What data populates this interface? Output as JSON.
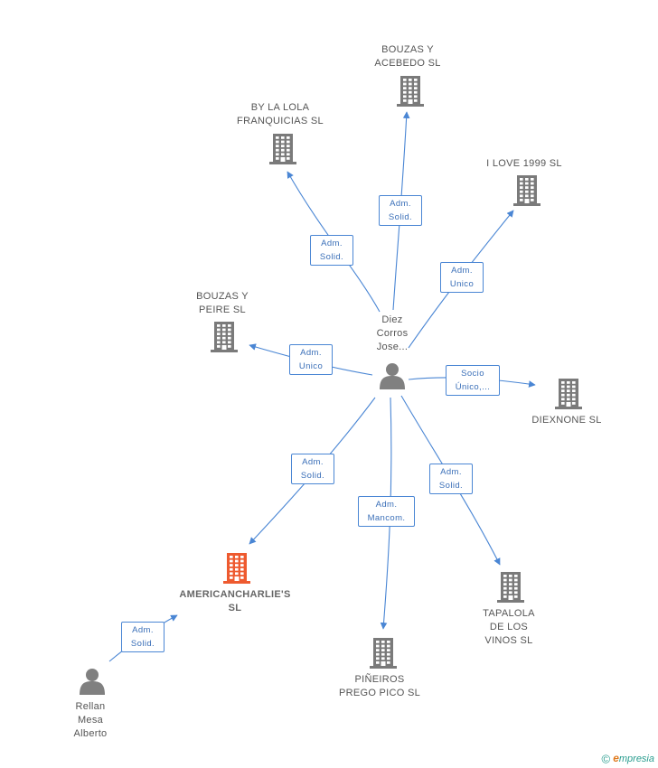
{
  "colors": {
    "building": "#7a7a7a",
    "building_focus": "#ee5a2f",
    "person": "#808080",
    "edge": "#4a86d4",
    "label": "#555555"
  },
  "nodes": {
    "bouzas_acebedo": {
      "icon": "building-icon",
      "lines": [
        "BOUZAS Y",
        "ACEBEDO SL"
      ]
    },
    "by_la_lola": {
      "icon": "building-icon",
      "lines": [
        "BY LA LOLA",
        "FRANQUICIAS SL"
      ]
    },
    "i_love_1999": {
      "icon": "building-icon",
      "lines": [
        "I LOVE 1999 SL"
      ]
    },
    "bouzas_peire": {
      "icon": "building-icon",
      "lines": [
        "BOUZAS Y",
        "PEIRE SL"
      ]
    },
    "diez_corros": {
      "icon": "person-icon",
      "lines": [
        "Diez",
        "Corros",
        "Jose..."
      ]
    },
    "diexnone": {
      "icon": "building-icon",
      "lines": [
        "DIEXNONE SL"
      ]
    },
    "americancharlies": {
      "icon": "building-icon",
      "lines": [
        "AMERICANCHARLIE'S",
        "SL"
      ]
    },
    "tapalola": {
      "icon": "building-icon",
      "lines": [
        "TAPALOLA",
        "DE LOS",
        "VINOS SL"
      ]
    },
    "pineiros": {
      "icon": "building-icon",
      "lines": [
        "PIÑEIROS",
        "PREGO PICO SL"
      ]
    },
    "rellan": {
      "icon": "person-icon",
      "lines": [
        "Rellan",
        "Mesa",
        "Alberto"
      ]
    }
  },
  "relations": {
    "to_bouzas_acebedo": [
      "Adm.",
      "Solid."
    ],
    "to_by_la_lola": [
      "Adm.",
      "Solid."
    ],
    "to_i_love_1999": [
      "Adm.",
      "Unico"
    ],
    "to_bouzas_peire": [
      "Adm.",
      "Unico"
    ],
    "to_diexnone": [
      "Socio",
      "Único,..."
    ],
    "to_americancharlies": [
      "Adm.",
      "Solid."
    ],
    "to_pineiros": [
      "Adm.",
      "Mancom."
    ],
    "to_tapalola": [
      "Adm.",
      "Solid."
    ],
    "rellan_to_americancharlies": [
      "Adm.",
      "Solid."
    ]
  },
  "footer": {
    "copyright": "©",
    "brand_initial": "e",
    "brand_rest": "mpresia"
  }
}
